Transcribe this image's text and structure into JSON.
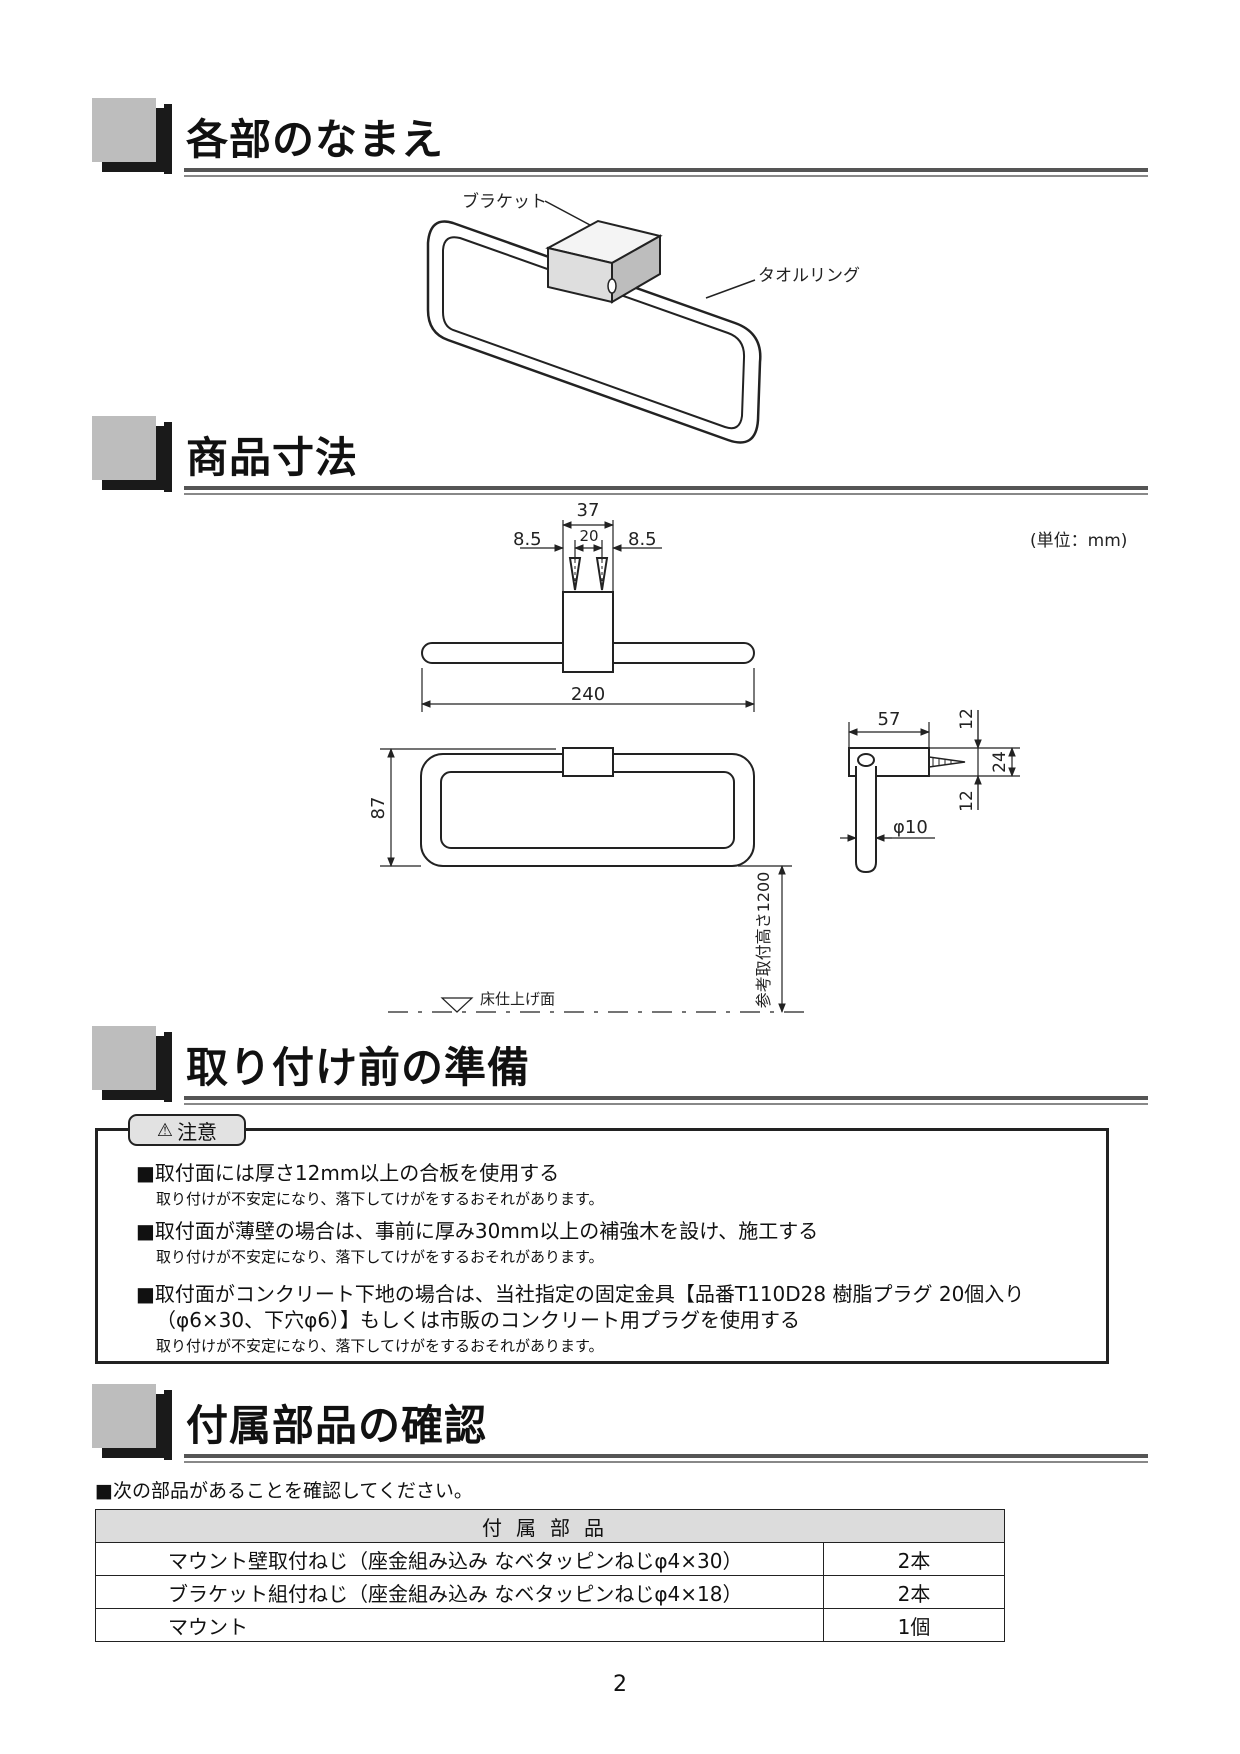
{
  "sections": {
    "names": "各部のなまえ",
    "dimensions": "商品寸法",
    "preparation": "取り付け前の準備",
    "accessories": "付属部品の確認"
  },
  "part_labels": {
    "bracket": "ブラケット",
    "towel_ring": "タオルリング"
  },
  "dimensions": {
    "unit": "(単位：mm)",
    "width_37": "37",
    "pitch_20": "20",
    "left_8_5": "8.5",
    "right_8_5": "8.5",
    "width_240": "240",
    "height_87": "87",
    "depth_57": "57",
    "top_12": "12",
    "mid_24": "24",
    "bottom_12": "12",
    "diameter": "φ10",
    "ref_height": "参考取付高さ1200",
    "floor": "床仕上げ面"
  },
  "caution": {
    "title": "注意",
    "items": [
      {
        "main": "■取付面には厚さ12mm以上の合板を使用する",
        "sub": "取り付けが不安定になり、落下してけがをするおそれがあります。"
      },
      {
        "main": "■取付面が薄壁の場合は、事前に厚み30mm以上の補強木を設け、施工する",
        "sub": "取り付けが不安定になり、落下してけがをするおそれがあります。"
      },
      {
        "main": "■取付面がコンクリート下地の場合は、当社指定の固定金具【品番T110D28 樹脂プラグ 20個入り",
        "main2": "（φ6×30、下穴φ6）】もしくは市販のコンクリート用プラグを使用する",
        "sub": "取り付けが不安定になり、落下してけがをするおそれがあります。"
      }
    ]
  },
  "accessories": {
    "intro": "■次の部品があることを確認してください。",
    "header": "付属部品",
    "rows": [
      {
        "name": "マウント壁取付ねじ（座金組み込み なベタッピンねじφ4×30）",
        "qty": "2本"
      },
      {
        "name": "ブラケット組付ねじ（座金組み込み なベタッピンねじφ4×18）",
        "qty": "2本"
      },
      {
        "name": "マウント",
        "qty": "1個"
      }
    ]
  },
  "page_number": "2"
}
